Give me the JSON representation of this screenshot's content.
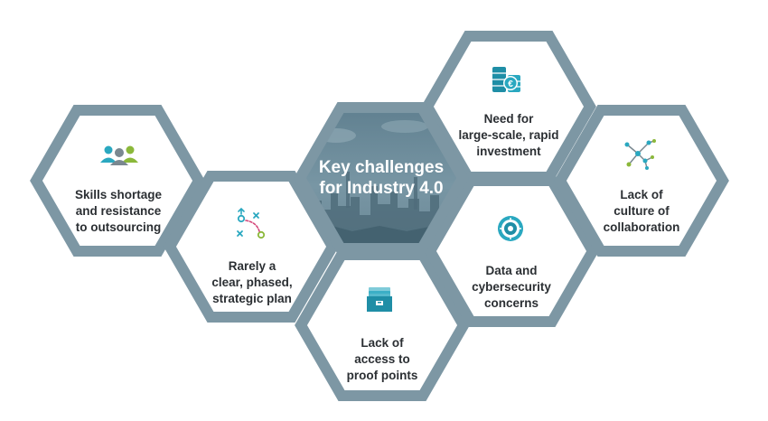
{
  "colors": {
    "hex_border": "#7d97a4",
    "center_fill": "#6f8d9c",
    "accent_teal": "#2aa8c0",
    "accent_green": "#8bb83a",
    "accent_gray": "#7a8890",
    "text": "#2b2f33"
  },
  "center": {
    "title_line1": "Key challenges",
    "title_line2": "for Industry 4.0"
  },
  "challenges": [
    {
      "id": "skills",
      "icon": "people-group-icon",
      "lines": [
        "Skills shortage",
        "and resistance",
        "to outsourcing"
      ]
    },
    {
      "id": "plan",
      "icon": "strategy-play-icon",
      "lines": [
        "Rarely a",
        "clear, phased,",
        "strategic plan"
      ]
    },
    {
      "id": "proof",
      "icon": "folder-tray-icon",
      "lines": [
        "Lack of",
        "access to",
        "proof points"
      ]
    },
    {
      "id": "data",
      "icon": "security-dial-icon",
      "lines": [
        "Data and",
        "cybersecurity",
        "concerns"
      ]
    },
    {
      "id": "investment",
      "icon": "euro-coins-icon",
      "lines": [
        "Need for",
        "large-scale, rapid",
        "investment"
      ]
    },
    {
      "id": "collaboration",
      "icon": "network-nodes-icon",
      "lines": [
        "Lack of",
        "culture of",
        "collaboration"
      ]
    }
  ]
}
